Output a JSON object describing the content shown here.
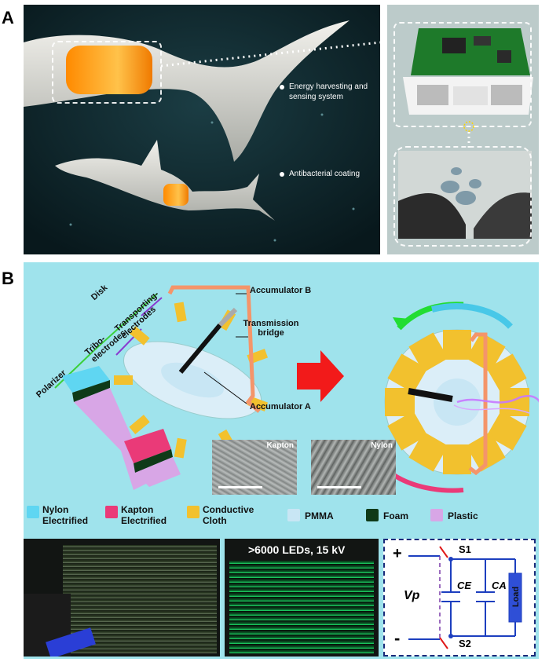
{
  "panels": {
    "a": {
      "letter": "A",
      "labels": {
        "energy": "Energy harvesting and sensing system",
        "coating": "Antibacterial coating"
      }
    },
    "b": {
      "letter": "B",
      "labels": {
        "disk": "Disk",
        "tribo": "Tribo- electrodes",
        "transporting": "Transporting- electrodes",
        "polarizer": "Polarizer",
        "accumulator_b": "Accumulator B",
        "transmission": "Transmission bridge",
        "accumulator_a": "Accumulator A",
        "kapton": "Kapton",
        "nylon": "Nylon"
      },
      "legend": [
        {
          "label": "Nylon Electrified",
          "color": "#5fd6f2"
        },
        {
          "label": "Kapton Electrified",
          "color": "#ea3a78"
        },
        {
          "label": "Conductive Cloth",
          "color": "#f2c12e"
        },
        {
          "label": "PMMA",
          "color": "#c8e6f4"
        },
        {
          "label": "Foam",
          "color": "#0f3a18"
        },
        {
          "label": "Plastic",
          "color": "#d8a6e6"
        }
      ],
      "led_text": ">6000 LEDs, 15 kV",
      "circuit": {
        "plus": "+",
        "minus": "-",
        "vp": "Vp",
        "s1": "S1",
        "s2": "S2",
        "ce": "CE",
        "ca": "CA",
        "load": "Load"
      }
    }
  }
}
